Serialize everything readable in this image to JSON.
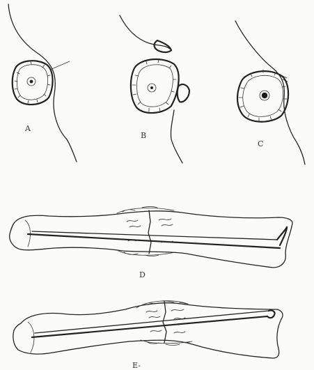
{
  "panels": [
    {
      "id": "A",
      "label": "A"
    },
    {
      "id": "B",
      "label": "B"
    },
    {
      "id": "C",
      "label": "C"
    },
    {
      "id": "D",
      "label": "D"
    },
    {
      "id": "E",
      "label": "E-"
    }
  ]
}
